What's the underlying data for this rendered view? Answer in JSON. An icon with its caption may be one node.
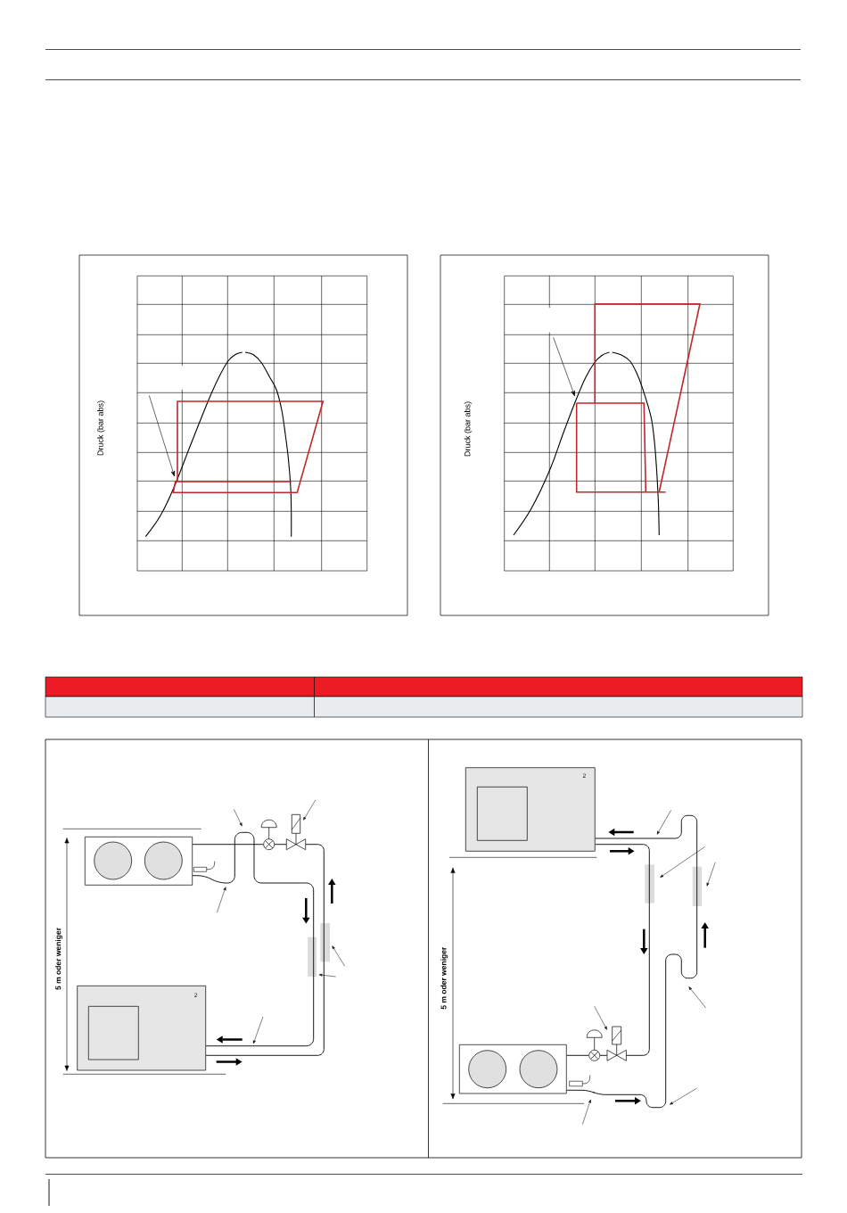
{
  "diagram": {
    "nodes": [
      {
        "text": [],
        "shape": "box"
      },
      {
        "text": [],
        "shape": "valve"
      },
      {
        "text": [],
        "shape": "valve"
      },
      {
        "text": [
          "2"
        ]
      },
      {
        "text": [
          "2"
        ]
      },
      {
        "text": [],
        "shape": "valve"
      },
      {
        "text": [],
        "shape": "valve"
      },
      {
        "text": [],
        "shape": "box"
      }
    ],
    "edges": [
      {
        "from": 3,
        "to": 2,
        "arrow": "none"
      },
      {
        "from": 2,
        "to": 1,
        "arrow": "none"
      },
      {
        "from": 1,
        "to": 0,
        "arrow": "none"
      },
      {
        "from": 0,
        "to": 3,
        "arrow": "none"
      },
      {
        "from": 4,
        "to": 6,
        "arrow": "none"
      },
      {
        "from": 6,
        "to": 5,
        "arrow": "none"
      },
      {
        "from": 5,
        "to": 7,
        "arrow": "none"
      },
      {
        "from": 7,
        "to": 4,
        "arrow": "none"
      }
    ],
    "labels": [
      "Druck (bar abs)",
      "Druck (bar abs)",
      "5 m oder weniger",
      "5 m oder weniger"
    ]
  }
}
